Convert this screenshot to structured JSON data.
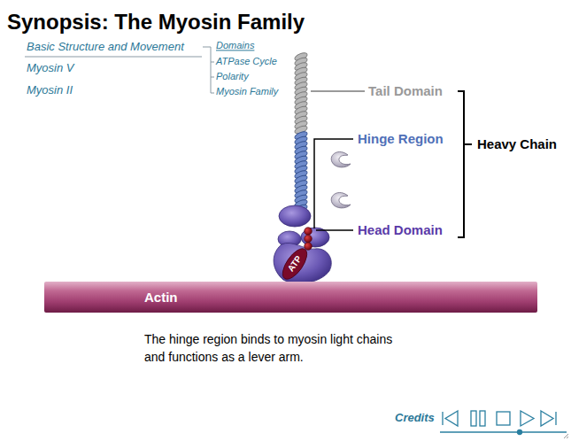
{
  "diagram": {
    "title": "Synopsis: The Myosin Family",
    "caption": "The hinge region binds to myosin light chains and functions as a lever arm.",
    "nodes": [
      {
        "text": [
          "Actin"
        ]
      }
    ],
    "labels": [
      "Basic Structure and Movement",
      "Myosin V",
      "Myosin II",
      "Domains",
      "ATPase Cycle",
      "Polarity",
      "Myosin Family",
      "Tail Domain",
      "Hinge Region",
      "Head Domain",
      "Heavy Chain",
      "ATP",
      "Credits"
    ]
  }
}
